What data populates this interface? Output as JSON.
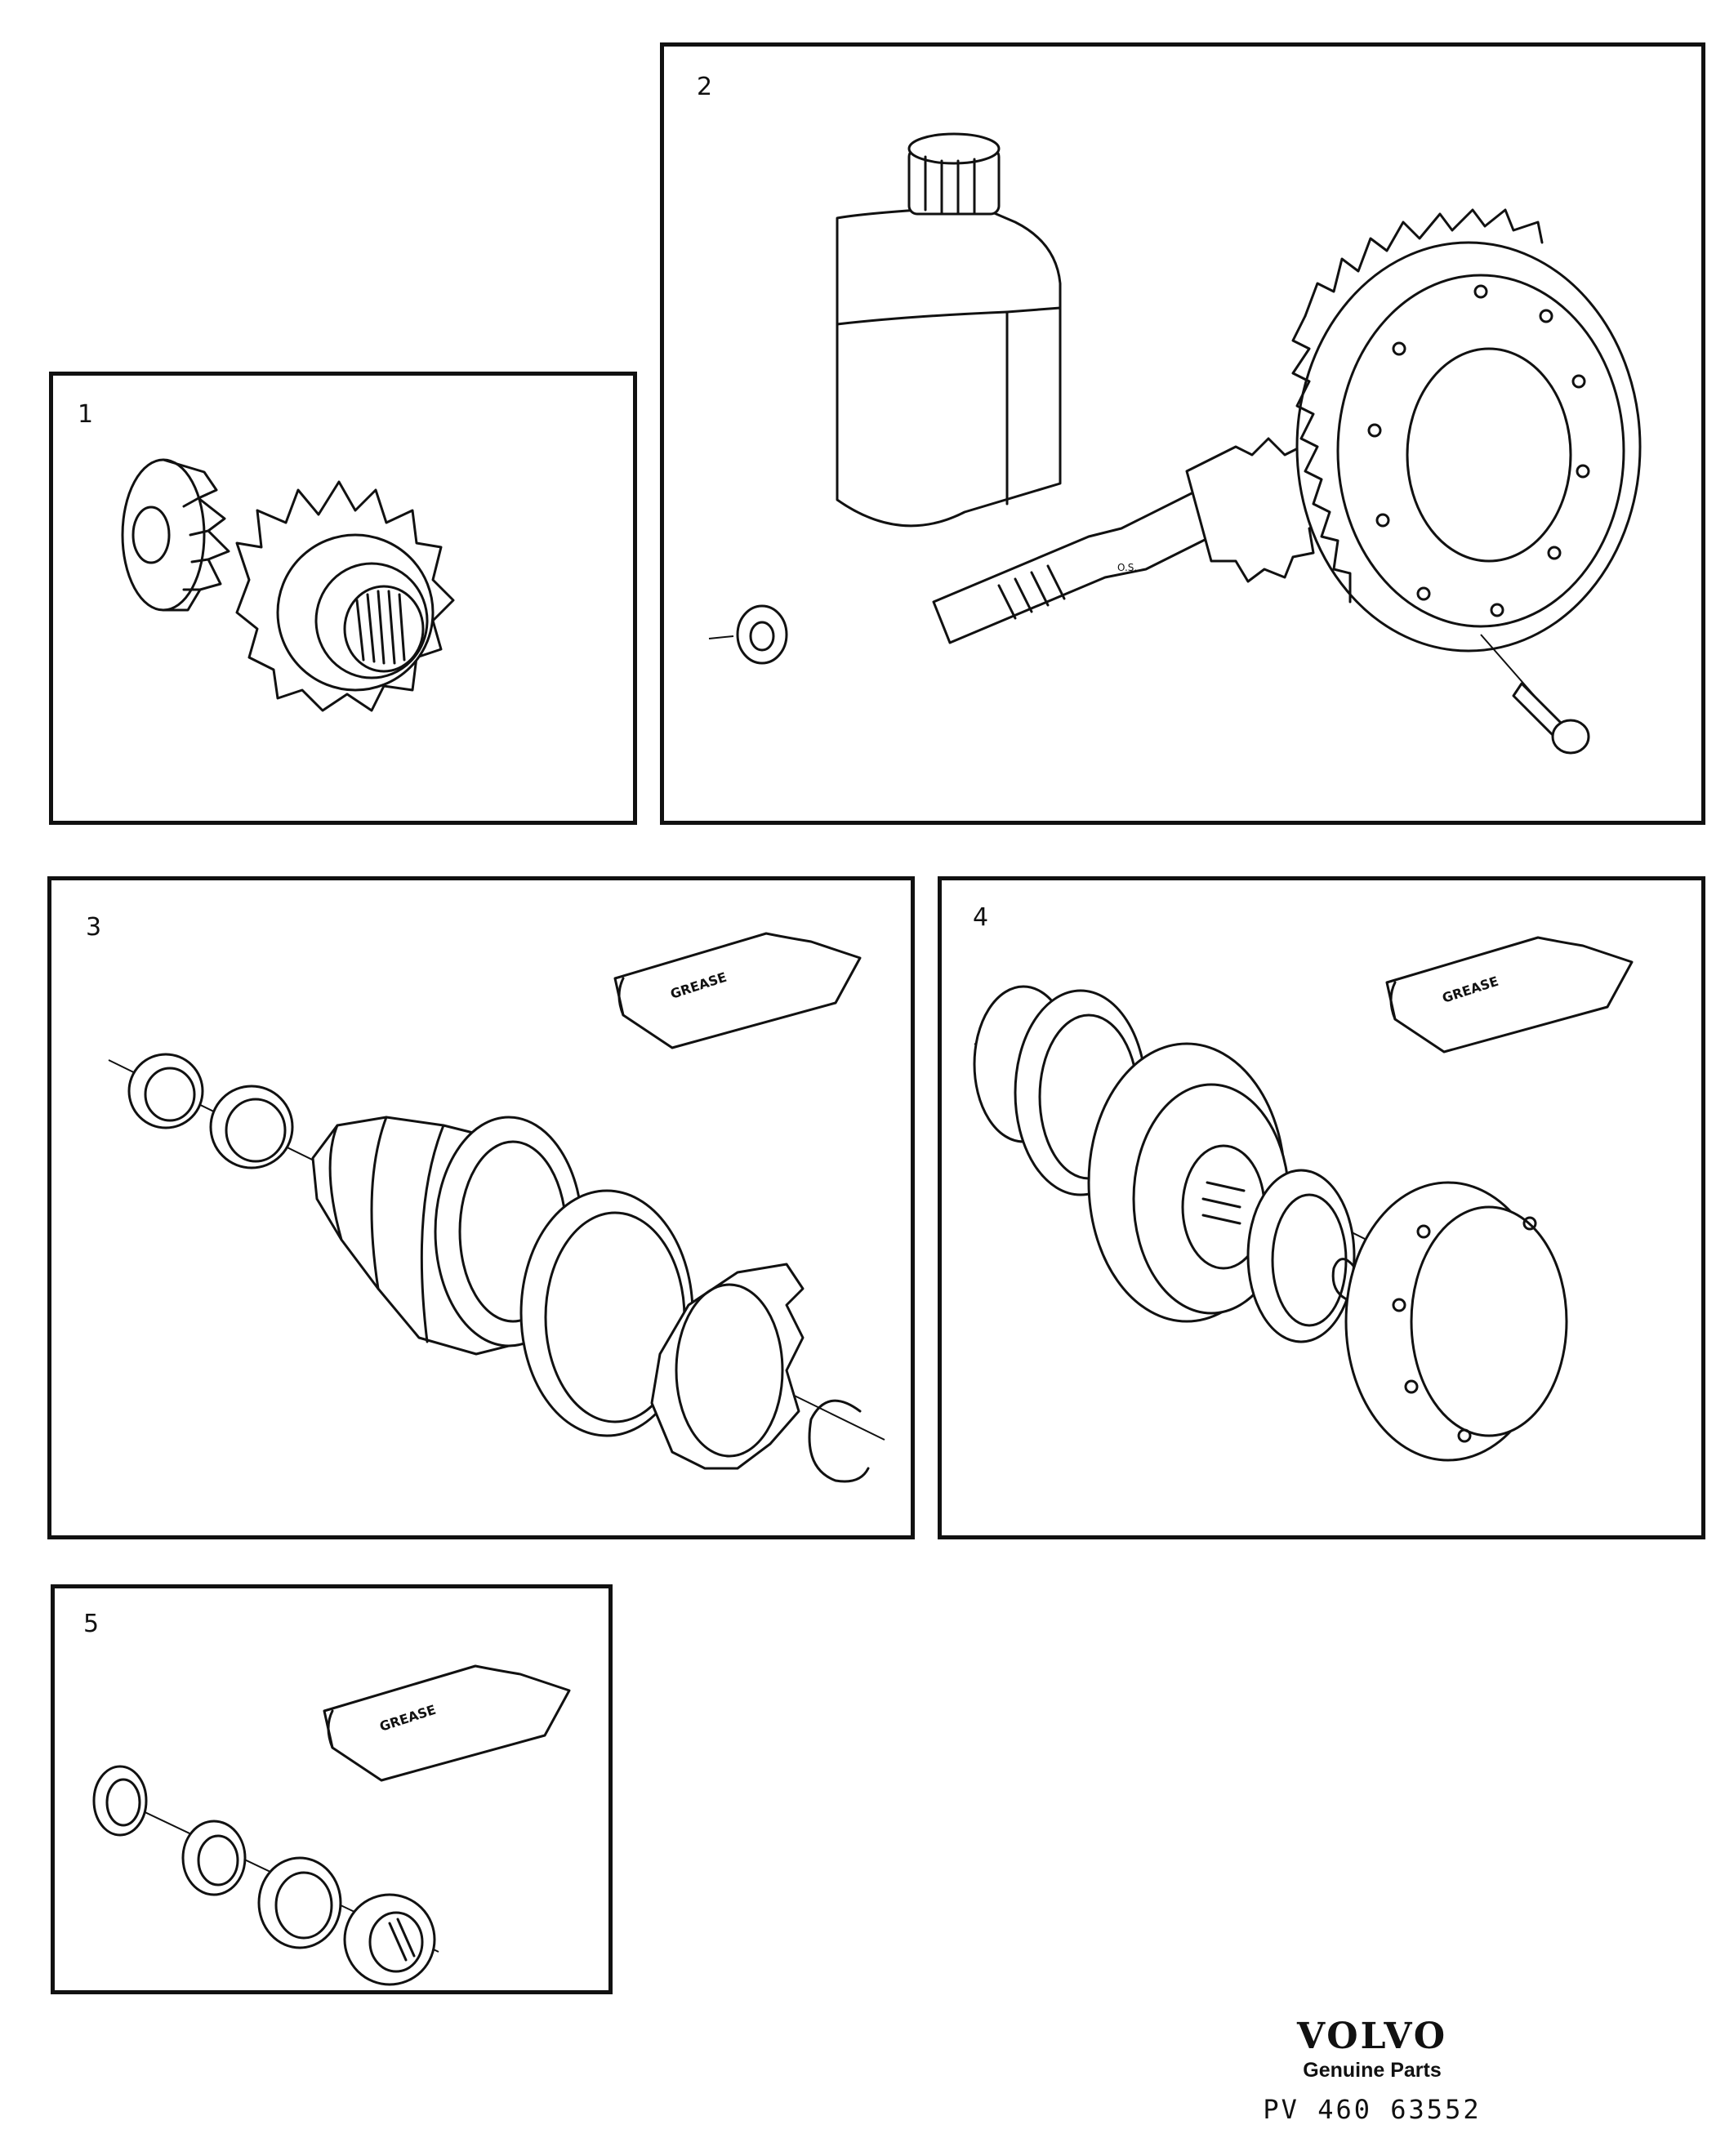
{
  "panels": [
    {
      "number": "1",
      "parts": [
        "pinion-gear-icon",
        "side-gear-icon"
      ]
    },
    {
      "number": "2",
      "parts": [
        "oil-bottle-icon",
        "pinion-shaft-icon",
        "crown-wheel-icon",
        "nut-icon",
        "bolt-icon"
      ],
      "shaft_marking": "O.S."
    },
    {
      "number": "3",
      "parts": [
        "grease-tube-icon",
        "seal-ring-icon",
        "cv-boot-icon",
        "clamp-ring-icon",
        "circlip-icon"
      ]
    },
    {
      "number": "4",
      "parts": [
        "grease-tube-icon",
        "cv-joint-icon",
        "flange-hub-icon",
        "circlip-icon"
      ]
    },
    {
      "number": "5",
      "parts": [
        "grease-tube-icon",
        "seal-icon",
        "spacer-icon",
        "bearing-icon"
      ]
    }
  ],
  "grease_label": "GREASE",
  "brand": {
    "logo": "VOLVO",
    "subtitle": "Genuine Parts",
    "code": "PV 460 63552"
  }
}
